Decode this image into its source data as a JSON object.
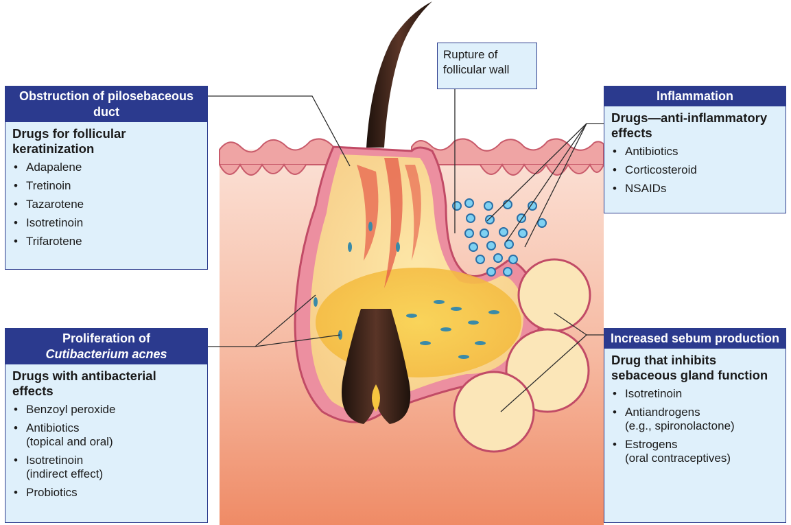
{
  "callouts": {
    "obstruction": {
      "title": "Obstruction of pilosebaceous duct",
      "subtitle": "Drugs for follicular keratinization",
      "items": [
        "Adapalene",
        "Tretinoin",
        "Tazarotene",
        "Isotretinoin",
        "Trifarotene"
      ]
    },
    "proliferation": {
      "title_line1": "Proliferation of",
      "title_line2": "Cutibacterium acnes",
      "subtitle": "Drugs with antibacterial effects",
      "items": [
        {
          "main": "Benzoyl peroxide",
          "sub": ""
        },
        {
          "main": "Antibiotics",
          "sub": "(topical and oral)"
        },
        {
          "main": "Isotretinoin",
          "sub": "(indirect effect)"
        },
        {
          "main": "Probiotics",
          "sub": ""
        }
      ]
    },
    "rupture": {
      "label": "Rupture of follicular wall"
    },
    "inflammation": {
      "title": "Inflammation",
      "subtitle": "Drugs—anti-inflammatory effects",
      "items": [
        "Antibiotics",
        "Corticosteroid",
        "NSAIDs"
      ]
    },
    "sebum": {
      "title": "Increased sebum production",
      "subtitle": "Drug that inhibits sebaceous gland function",
      "items": [
        {
          "main": "Isotretinoin",
          "sub": ""
        },
        {
          "main": "Antiandrogens",
          "sub": "(e.g., spironolactone)"
        },
        {
          "main": "Estrogens",
          "sub": "(oral contraceptives)"
        }
      ]
    }
  },
  "colors": {
    "header_bg": "#2b3a8e",
    "box_bg": "#dff0fb",
    "skin": "#f3b49c",
    "epidermis": "#e7919a",
    "sebum": "#f6c640",
    "hair": "#2b1a12"
  }
}
